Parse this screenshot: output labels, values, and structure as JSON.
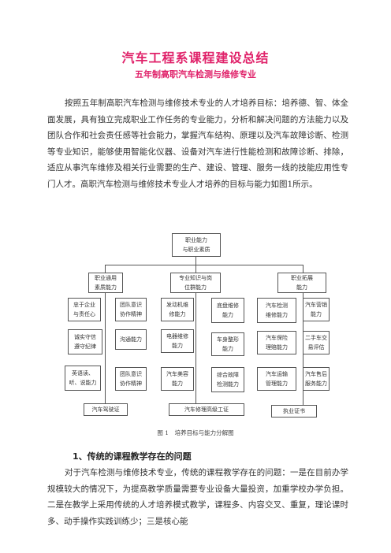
{
  "title": "汽车工程系课程建设总结",
  "subtitle": "五年制高职汽车检测与维修专业",
  "paragraph1": "按照五年制高职汽车检测与维修技术专业的人才培养目标：培养德、智、体全面发展，具有独立完成职业工作任务的专业能力，分析和解决问题的方法能力以及团队合作和社会责任感等社会能力，掌握汽车结构、原理以及汽车故障诊断、检测等专业知识，能够使用智能化仪器、设备对汽车进行性能检测和故障诊断、排除，适应从事汽车维修及相关行业需要的生产、建设、管理、服务一线的技能应用性专门人才。高职汽车检测与维修技术专业人才培养的目标与能力如图1所示。",
  "diagram": {
    "root": "职业能力\n与职业素质",
    "level2": [
      "职业通用\n素质能力",
      "专业知识与岗\n位群能力",
      "职业拓展\n能力"
    ],
    "col1": [
      "忠于企业\n与责任心",
      "团队意识\n协作精神",
      "诚实守信\n遵守纪律",
      "沟通能力",
      "英语读、\n听、说能力",
      "团队意识\n协作精神"
    ],
    "col2": [
      "发动机维\n修能力",
      "底盘维修\n能力",
      "电器维修\n能力",
      "车身整形\n能力",
      "汽车美容\n能力",
      "综合故障\n检测能力"
    ],
    "col3": [
      "汽车检测\n维修能力",
      "汽车营销\n能力",
      "汽车保险\n理赔能力",
      "二手车交\n易评估",
      "汽车运输\n管理能力",
      "汽车售后\n服务能力"
    ],
    "bottom": [
      "汽车驾驶证",
      "汽车修理高级工证",
      "执业证书"
    ]
  },
  "caption": "图 1　培养目标与能力分解图",
  "section_heading": "1、传统的课程教学存在的问题",
  "paragraph2": "对于汽车检测与维修技术专业，传统的课程教学存在的问题：一是在目前办学规模较大的情况下，为提高教学质量需要专业设备大量投资，加重学校办学负担。二是在教学上采用传统的人才培养模式教学，课程多、内容交叉、重复，理论课时多、动手操作实践训练少；三是核心能"
}
